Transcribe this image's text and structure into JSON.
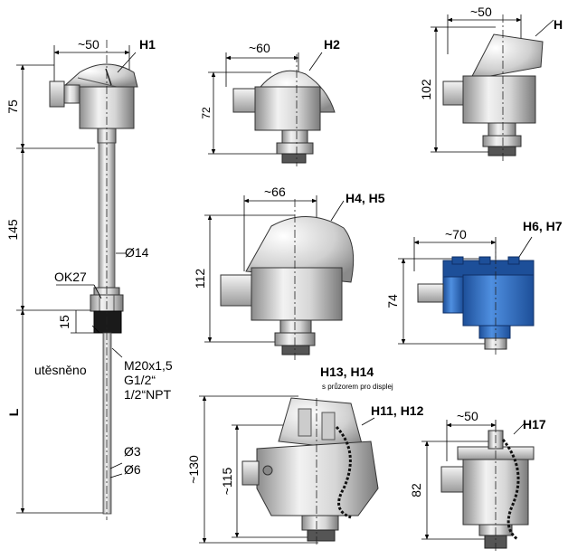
{
  "labels": {
    "h1": "H1",
    "h2": "H2",
    "h3": "H",
    "h4h5": "H4, H5",
    "h6h7": "H6, H7",
    "h13h14": "H13, H14",
    "h13h14_sub": "s průzorem pro displej",
    "h11h12": "H11, H12",
    "h17": "H17"
  },
  "dims": {
    "h1_width": "~50",
    "h1_height": "75",
    "stem_145": "145",
    "dia14": "Ø14",
    "ok27": "OK27",
    "thread_15": "15",
    "sealed": "utěsněno",
    "thread1": "M20x1,5",
    "thread2": "G1/2“",
    "thread3": "1/2“NPT",
    "L": "L",
    "dia3": "Ø3",
    "dia6": "Ø6",
    "h2_width": "~60",
    "h2_height": "72",
    "h3_width": "~50",
    "h3_height": "102",
    "h45_width": "~66",
    "h45_height": "112",
    "h67_width": "~70",
    "h67_height": "74",
    "h13_height": "~130",
    "h11_height": "~115",
    "h17_width": "~50",
    "h17_height": "82"
  },
  "colors": {
    "metal_light": "#e6e6e6",
    "metal_dark": "#8c8c8c",
    "housing_blue": "#2e6fc6",
    "housing_blue_dark": "#1d4f99",
    "thread_black": "#1a1a1a"
  }
}
